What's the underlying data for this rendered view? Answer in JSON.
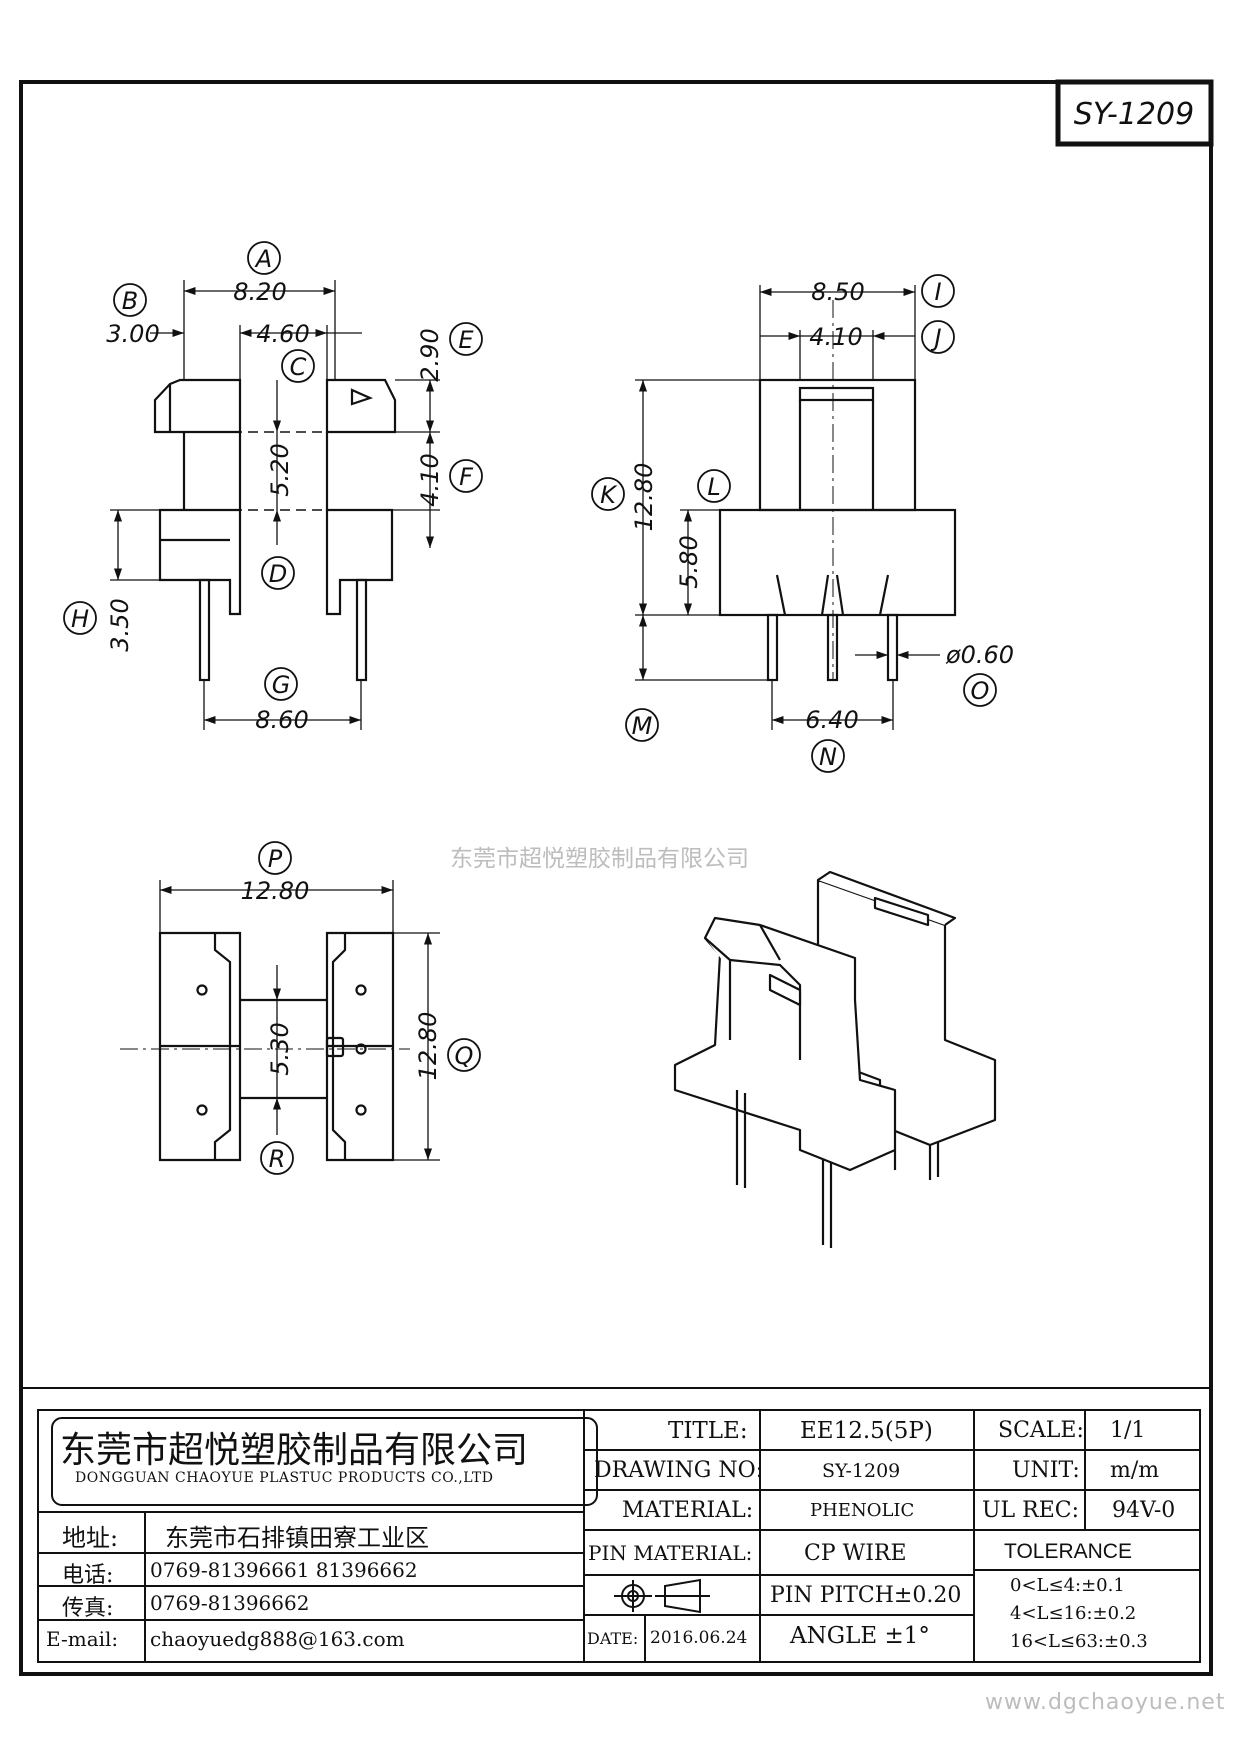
{
  "drawing_code": "SY-1209",
  "watermark_center": "东莞市超悦塑胶制品有限公司",
  "watermark_url": "www.dgchaoyue.net",
  "dims": {
    "A": "8.20",
    "B": "3.00",
    "C": "4.60",
    "E": "2.90",
    "D5": "5.20",
    "F": "4.10",
    "H": "3.50",
    "G": "8.60",
    "I": "8.50",
    "J": "4.10",
    "K": "12.80",
    "L": "5.80",
    "O": "ø0.60",
    "N": "6.40",
    "P": "12.80",
    "R": "5.30",
    "Q": "12.80"
  },
  "labels": [
    "A",
    "B",
    "C",
    "D",
    "E",
    "F",
    "G",
    "H",
    "I",
    "J",
    "K",
    "L",
    "M",
    "N",
    "O",
    "P",
    "Q",
    "R"
  ],
  "title_block": {
    "company_cn": "东莞市超悦塑胶制品有限公司",
    "company_en": "DONGGUAN CHAOYUE PLASTUC PRODUCTS CO.,LTD",
    "address_label": "地址:",
    "address_value": "东莞市石排镇田寮工业区",
    "phone_label": "电话:",
    "phone_value": "0769-81396661  81396662",
    "fax_label": "传真:",
    "fax_value": "0769-81396662",
    "email_label": "E-mail:",
    "email_value": "chaoyuedg888@163.com",
    "title_label": "TITLE:",
    "title_value": "EE12.5(5P)",
    "drawing_no_label": "DRAWING NO:",
    "drawing_no_value": "SY-1209",
    "material_label": "MATERIAL:",
    "material_value": "PHENOLIC",
    "pin_material_label": "PIN MATERIAL:",
    "pin_material_value": "CP WIRE",
    "pin_pitch": "PIN PITCH±0.20",
    "date_label": "DATE:",
    "date_value": "2016.06.24",
    "angle": "ANGLE ±1°",
    "scale_label": "SCALE:",
    "scale_value": "1/1",
    "unit_label": "UNIT:",
    "unit_value": "m/m",
    "ul_label": "UL REC:",
    "ul_value": "94V-0",
    "tolerance_label": "TOLERANCE",
    "tolerance_lines": [
      "0<L≤4:±0.1",
      "4<L≤16:±0.2",
      "16<L≤63:±0.3"
    ]
  }
}
